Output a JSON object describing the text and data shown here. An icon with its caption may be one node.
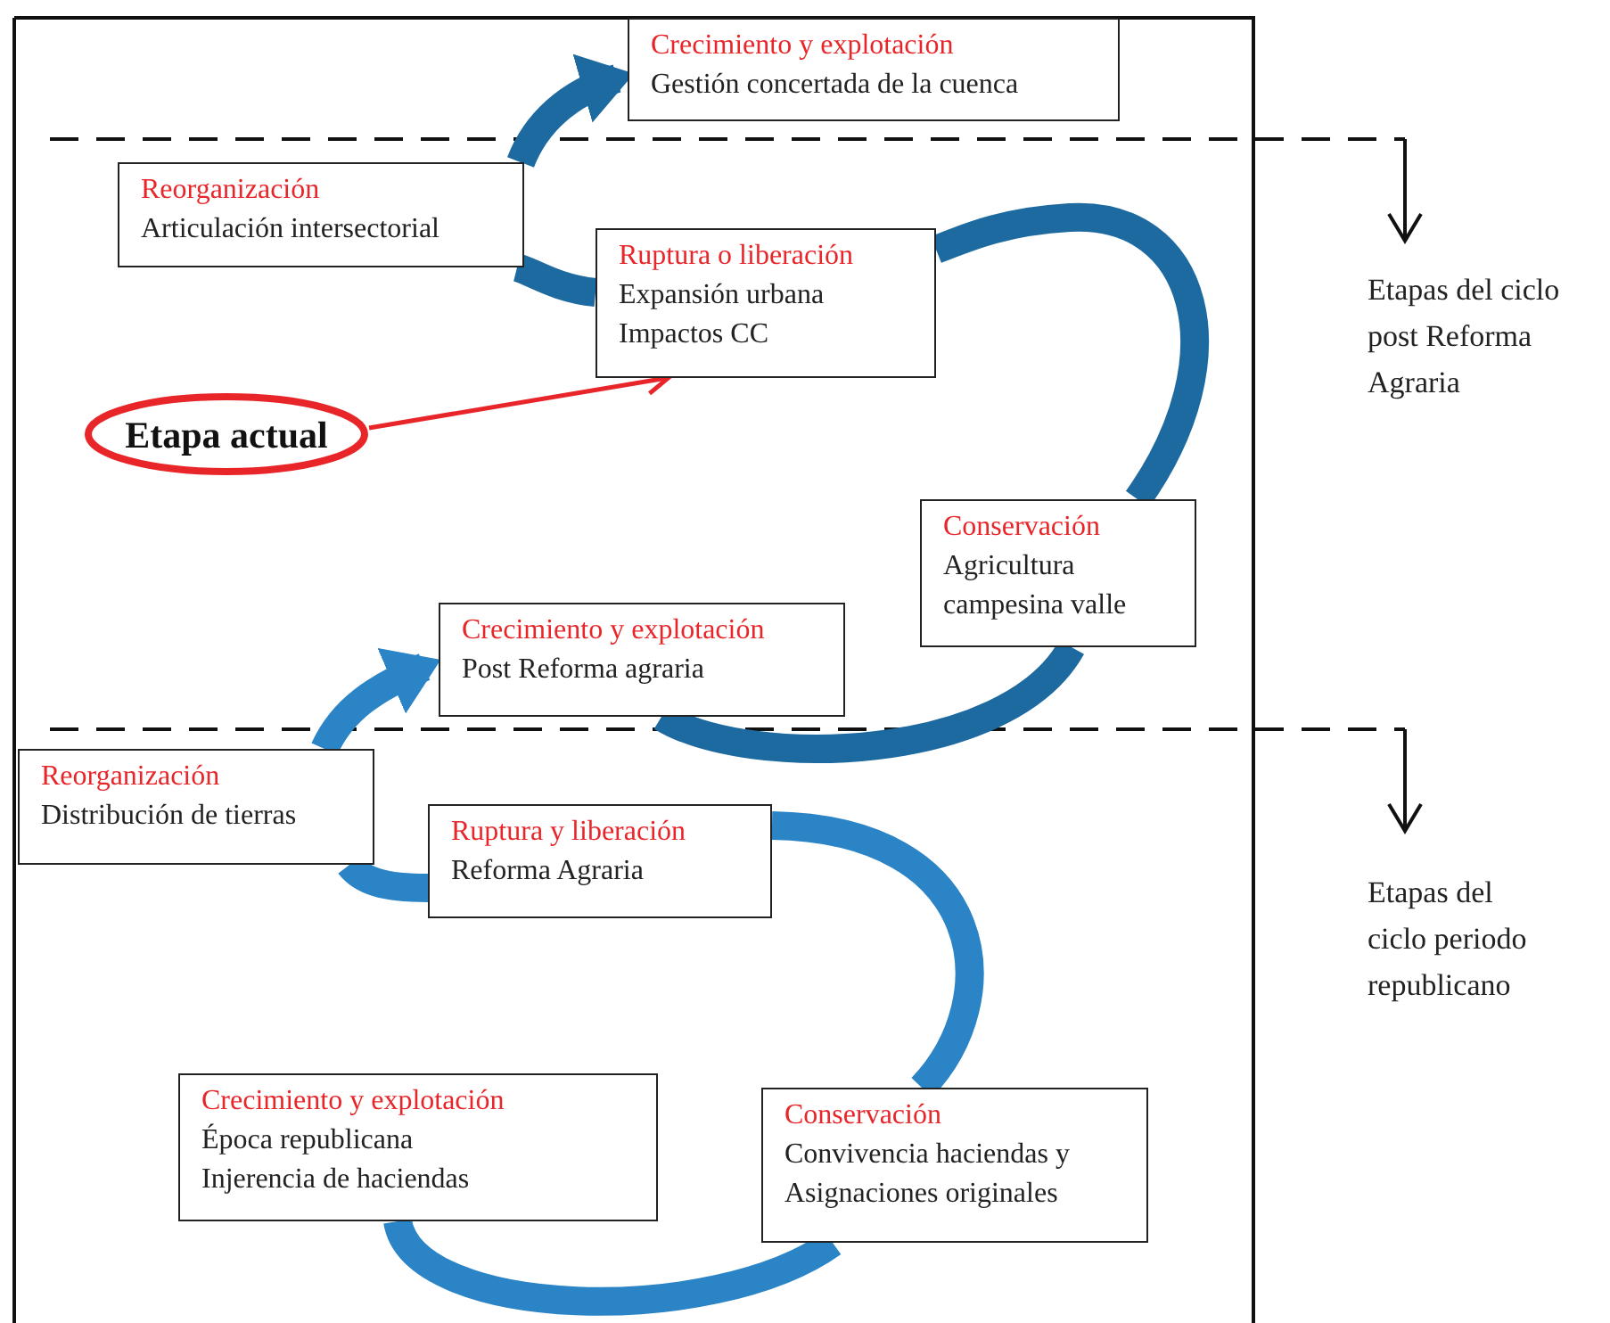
{
  "diagram": {
    "nodes": [
      {
        "text": [
          "Crecimiento y explotación",
          "Gestión concertada de la cuenca"
        ]
      },
      {
        "text": [
          "Reorganización",
          "Articulación intersectorial"
        ]
      },
      {
        "text": [
          "Ruptura o liberación",
          "Expansión urbana",
          "Impactos CC"
        ]
      },
      {
        "text": [
          "Etapa actual"
        ]
      },
      {
        "text": [
          "Conservación",
          "Agricultura campesina valle"
        ]
      },
      {
        "text": [
          "Crecimiento y explotación",
          "Post Reforma agraria"
        ]
      },
      {
        "text": [
          "Reorganización",
          "Distribución de tierras"
        ]
      },
      {
        "text": [
          "Ruptura y liberación",
          "Reforma Agraria"
        ]
      },
      {
        "text": [
          "Crecimiento y explotación",
          "Época republicana",
          "Injerencia de haciendas"
        ]
      },
      {
        "text": [
          "Conservación",
          "Convivencia haciendas y Asignaciones originales"
        ]
      }
    ],
    "edges": [
      {
        "from": 5,
        "to": 4,
        "arrow": "none",
        "color": "#1d6aa1"
      },
      {
        "from": 4,
        "to": 2,
        "arrow": "none",
        "color": "#1d6aa1"
      },
      {
        "from": 2,
        "to": 1,
        "arrow": "none",
        "color": "#1d6aa1"
      },
      {
        "from": 1,
        "to": 0,
        "arrow": "to",
        "color": "#1d6aa1"
      },
      {
        "from": 8,
        "to": 9,
        "arrow": "none",
        "color": "#2a84c6"
      },
      {
        "from": 9,
        "to": 7,
        "arrow": "none",
        "color": "#2a84c6"
      },
      {
        "from": 7,
        "to": 6,
        "arrow": "none",
        "color": "#2a84c6"
      },
      {
        "from": 6,
        "to": 5,
        "arrow": "to",
        "color": "#2a84c6"
      },
      {
        "from": 3,
        "to": 2,
        "arrow": "to",
        "color": "#e8262a"
      }
    ],
    "labels": [
      "Etapas del ciclo post Reforma Agraria",
      "Etapas del ciclo periodo republicano"
    ]
  }
}
